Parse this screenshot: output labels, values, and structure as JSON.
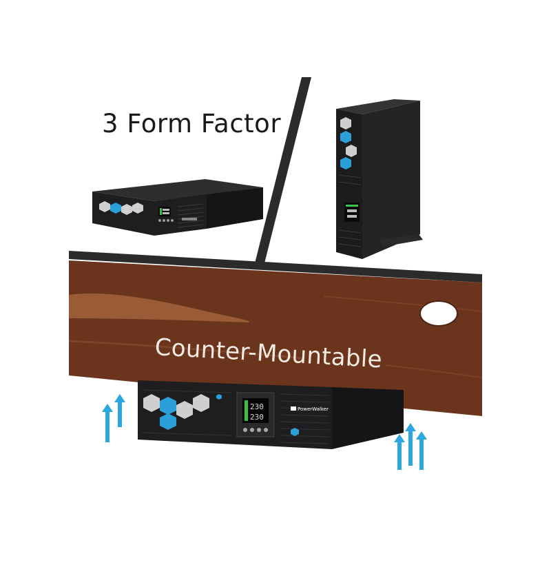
{
  "headline": "3 Form Factor",
  "mount_label": "Counter-Mountable",
  "devices": {
    "brand_text": "PowerWalker",
    "display_readout_top": "230",
    "display_readout_bottom": "230"
  },
  "colors": {
    "background": "#ffffff",
    "divider": "#2b2b2b",
    "wood": "#6b341d",
    "wood_highlight": "#a2643c",
    "chassis": "#1e1e20",
    "accent_blue": "#2a9fd8",
    "arrow_blue": "#2aa7e0",
    "screen_green": "#39c24a"
  },
  "icons": [
    "up-arrow-icon",
    "hexagon-pattern-icon",
    "lcd-display-icon",
    "brand-logo-icon"
  ]
}
